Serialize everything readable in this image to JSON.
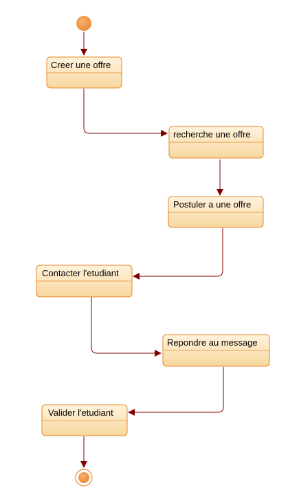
{
  "diagram": {
    "type": "activity",
    "colors": {
      "state_fill_top": "#fff3dd",
      "state_fill_bottom": "#f7d79e",
      "state_border": "#e8862a",
      "arrow": "#800000",
      "initial_node": "#ec8a36",
      "final_node": "#ec8a36"
    },
    "initial_node": {},
    "states": [
      {
        "id": "s1",
        "label": "Creer une offre"
      },
      {
        "id": "s2",
        "label": "recherche une offre"
      },
      {
        "id": "s3",
        "label": "Postuler a une offre"
      },
      {
        "id": "s4",
        "label": "Contacter l'etudiant"
      },
      {
        "id": "s5",
        "label": "Repondre au message"
      },
      {
        "id": "s6",
        "label": "Valider l'etudiant"
      }
    ],
    "final_node": {},
    "transitions": [
      {
        "from": "initial",
        "to": "s1"
      },
      {
        "from": "s1",
        "to": "s2"
      },
      {
        "from": "s2",
        "to": "s3"
      },
      {
        "from": "s3",
        "to": "s4"
      },
      {
        "from": "s4",
        "to": "s5"
      },
      {
        "from": "s5",
        "to": "s6"
      },
      {
        "from": "s6",
        "to": "final"
      }
    ]
  }
}
